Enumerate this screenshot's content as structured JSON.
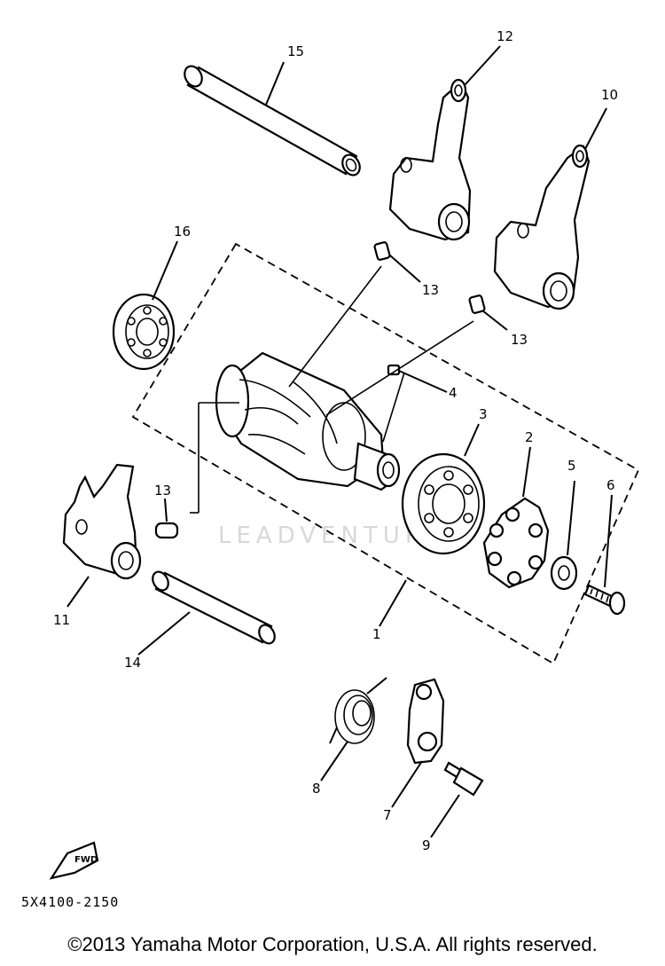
{
  "callouts": {
    "c1": "1",
    "c2": "2",
    "c3": "3",
    "c4": "4",
    "c5": "5",
    "c6": "6",
    "c7": "7",
    "c8": "8",
    "c9": "9",
    "c10": "10",
    "c11": "11",
    "c12": "12",
    "c13a": "13",
    "c13b": "13",
    "c13c": "13",
    "c14": "14",
    "c15": "15",
    "c16": "16"
  },
  "fwd_label": "FWD",
  "diagram_code": "5X4100-2150",
  "watermark": "LEADVENTURE",
  "copyright": "©2013 Yamaha Motor Corporation, U.S.A. All rights reserved."
}
